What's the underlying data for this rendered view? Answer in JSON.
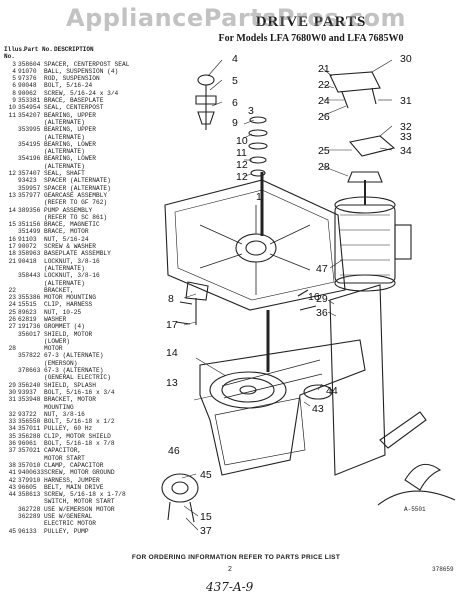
{
  "watermark": "AppliancePartsPros.com",
  "title": "DRIVE PARTS",
  "subtitle": "For Models LFA 7680W0 and LFA 7685W0",
  "table": {
    "headers": [
      "Illus. No.",
      "Part No.",
      "DESCRIPTION"
    ],
    "rows": [
      [
        "3",
        "358604",
        "SPACER, CENTERPOST SEAL"
      ],
      [
        "4",
        "91070",
        "BALL, SUSPENSION (4)"
      ],
      [
        "5",
        "97376",
        "ROD, SUSPENSION"
      ],
      [
        "6",
        "90048",
        "BOLT, 5/16-24"
      ],
      [
        "8",
        "90062",
        "SCREW, 5/16-24 x 3/4"
      ],
      [
        "9",
        "353381",
        "BRACE, BASEPLATE"
      ],
      [
        "10",
        "354954",
        "SEAL, CENTERPOST"
      ],
      [
        "11",
        "354207",
        "BEARING, UPPER"
      ],
      [
        "",
        "",
        "(ALTERNATE)"
      ],
      [
        "",
        "353995",
        "BEARING, UPPER"
      ],
      [
        "",
        "",
        "(ALTERNATE)"
      ],
      [
        "",
        "354195",
        "BEARING, LOWER"
      ],
      [
        "",
        "",
        "(ALTERNATE)"
      ],
      [
        "",
        "354196",
        "BEARING, LOWER"
      ],
      [
        "",
        "",
        "(ALTERNATE)"
      ],
      [
        "12",
        "357407",
        "SEAL, SHAFT"
      ],
      [
        "",
        "93423",
        "SPACER (ALTERNATE)"
      ],
      [
        "",
        "359957",
        "SPACER (ALTERNATE)"
      ],
      [
        "13",
        "357977",
        "GEARCASE ASSEMBLY"
      ],
      [
        "",
        "",
        "(REFER TO GF 762)"
      ],
      [
        "14",
        "389356",
        "PUMP ASSEMBLY"
      ],
      [
        "",
        "",
        "(REFER TO SC 861)"
      ],
      [
        "15",
        "351156",
        "BRACE, MAGNETIC"
      ],
      [
        "",
        "351499",
        "BRACE, MOTOR"
      ],
      [
        "16",
        "91103",
        "NUT, 5/16-24"
      ],
      [
        "17",
        "90072",
        "SCREW & WASHER"
      ],
      [
        "18",
        "358963",
        "BASEPLATE ASSEMBLY"
      ],
      [
        "21",
        "90418",
        "LOCKNUT, 3/8-16"
      ],
      [
        "",
        "",
        "(ALTERNATE)"
      ],
      [
        "",
        "358443",
        "LOCKNUT, 3/8-16"
      ],
      [
        "",
        "",
        "(ALTERNATE)"
      ],
      [
        "22",
        "",
        "BRACKET,"
      ],
      [
        "23",
        "355386",
        "MOTOR MOUNTING"
      ],
      [
        "24",
        "15515",
        "CLIP, HARNESS"
      ],
      [
        "25",
        "89623",
        "NUT, 10-25"
      ],
      [
        "26",
        "62819",
        "WASHER"
      ],
      [
        "27",
        "191736",
        "GROMMET (4)"
      ],
      [
        "",
        "356017",
        "SHIELD, MOTOR"
      ],
      [
        "",
        "",
        "(LOWER)"
      ],
      [
        "28",
        "",
        "MOTOR"
      ],
      [
        "",
        "357822",
        "67-3 (ALTERNATE)"
      ],
      [
        "",
        "",
        "(EMERSON)"
      ],
      [
        "",
        "378663",
        "67-3 (ALTERNATE)"
      ],
      [
        "",
        "",
        "(GENERAL ELECTRIC)"
      ],
      [
        "29",
        "356240",
        "SHIELD, SPLASH"
      ],
      [
        "30",
        "93937",
        "BOLT, 5/16-16 x 3/4"
      ],
      [
        "31",
        "353948",
        "BRACKET, MOTOR"
      ],
      [
        "",
        "",
        "MOUNTING"
      ],
      [
        "32",
        "93722",
        "NUT, 3/8-16"
      ],
      [
        "33",
        "356550",
        "BOLT, 5/16-18 x 1/2"
      ],
      [
        "34",
        "357011",
        "PULLEY, 60 Hz"
      ],
      [
        "35",
        "356288",
        "CLIP, MOTOR SHIELD"
      ],
      [
        "36",
        "96061",
        "BOLT, 5/16-18 x 7/8"
      ],
      [
        "37",
        "357021",
        "CAPACITOR,"
      ],
      [
        "",
        "",
        "MOTOR START"
      ],
      [
        "38",
        "357010",
        "CLAMP, CAPACITOR"
      ],
      [
        "41",
        "9400633",
        "SCREW, MOTOR GROUND"
      ],
      [
        "42",
        "379910",
        "HARNESS, JUMPER"
      ],
      [
        "43",
        "96605",
        "BELT, MAIN DRIVE"
      ],
      [
        "44",
        "358613",
        "SCREW, 5/16-18 x 1-7/8"
      ],
      [
        "",
        "",
        "SWITCH, MOTOR START"
      ],
      [
        "",
        "362728",
        "USE W/EMERSON MOTOR"
      ],
      [
        "",
        "362289",
        "USE W/GENERAL"
      ],
      [
        "",
        "",
        "ELECTRIC MOTOR"
      ],
      [
        "45",
        "96133",
        "PULLEY, PUMP"
      ]
    ]
  },
  "callouts": [
    "4",
    "5",
    "6",
    "9",
    "3",
    "10",
    "11",
    "12",
    "12",
    "1",
    "8",
    "17",
    "16",
    "14",
    "13",
    "46",
    "45",
    "15",
    "37",
    "21",
    "22",
    "24",
    "26",
    "30",
    "31",
    "32",
    "33",
    "34",
    "25",
    "28",
    "47",
    "29",
    "36",
    "44",
    "43"
  ],
  "fig_code": "A-5501",
  "footer": "FOR ORDERING INFORMATION REFER TO PARTS PRICE LIST",
  "page_no": "2",
  "doc_code": "378659",
  "handwritten_note": "437-A-9"
}
